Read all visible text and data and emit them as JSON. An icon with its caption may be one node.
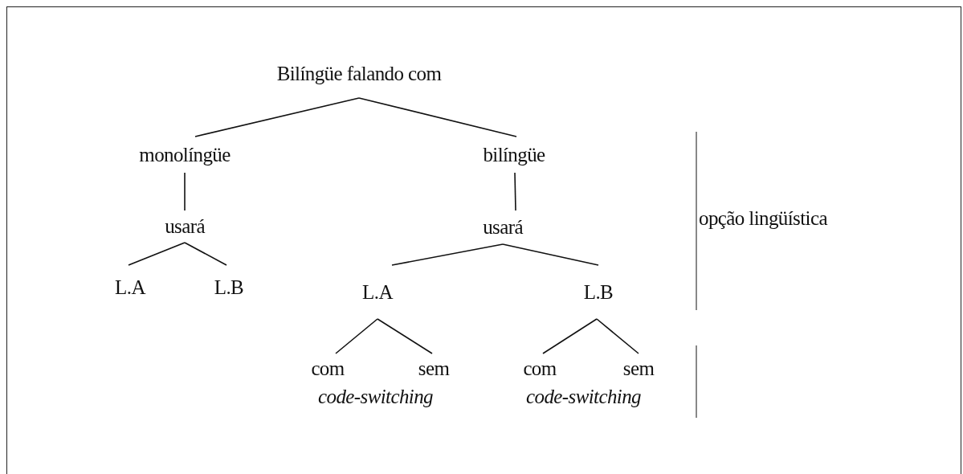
{
  "diagram": {
    "nodes": [
      {
        "text": [
          "Bilíngüe falando com"
        ]
      },
      {
        "text": [
          "monolíngüe"
        ]
      },
      {
        "text": [
          "bilíngüe"
        ]
      },
      {
        "text": [
          "usará"
        ]
      },
      {
        "text": [
          "usará"
        ]
      },
      {
        "text": [
          "L.A"
        ]
      },
      {
        "text": [
          "L.B"
        ]
      },
      {
        "text": [
          "L.A"
        ]
      },
      {
        "text": [
          "L.B"
        ]
      },
      {
        "text": [
          "com"
        ]
      },
      {
        "text": [
          "sem"
        ]
      },
      {
        "text": [
          "com"
        ]
      },
      {
        "text": [
          "sem"
        ]
      }
    ],
    "edges": [
      {
        "from": 0,
        "to": 1,
        "arrow": "none"
      },
      {
        "from": 0,
        "to": 2,
        "arrow": "none"
      },
      {
        "from": 1,
        "to": 3,
        "arrow": "none"
      },
      {
        "from": 2,
        "to": 4,
        "arrow": "none"
      },
      {
        "from": 3,
        "to": 5,
        "arrow": "none"
      },
      {
        "from": 3,
        "to": 6,
        "arrow": "none"
      },
      {
        "from": 4,
        "to": 7,
        "arrow": "none"
      },
      {
        "from": 4,
        "to": 8,
        "arrow": "none"
      },
      {
        "from": 7,
        "to": 9,
        "arrow": "none"
      },
      {
        "from": 7,
        "to": 10,
        "arrow": "none"
      },
      {
        "from": 8,
        "to": 11,
        "arrow": "none"
      },
      {
        "from": 8,
        "to": 12,
        "arrow": "none"
      }
    ],
    "labels": [
      "opção lingüística",
      "code-switching",
      "code-switching"
    ]
  }
}
